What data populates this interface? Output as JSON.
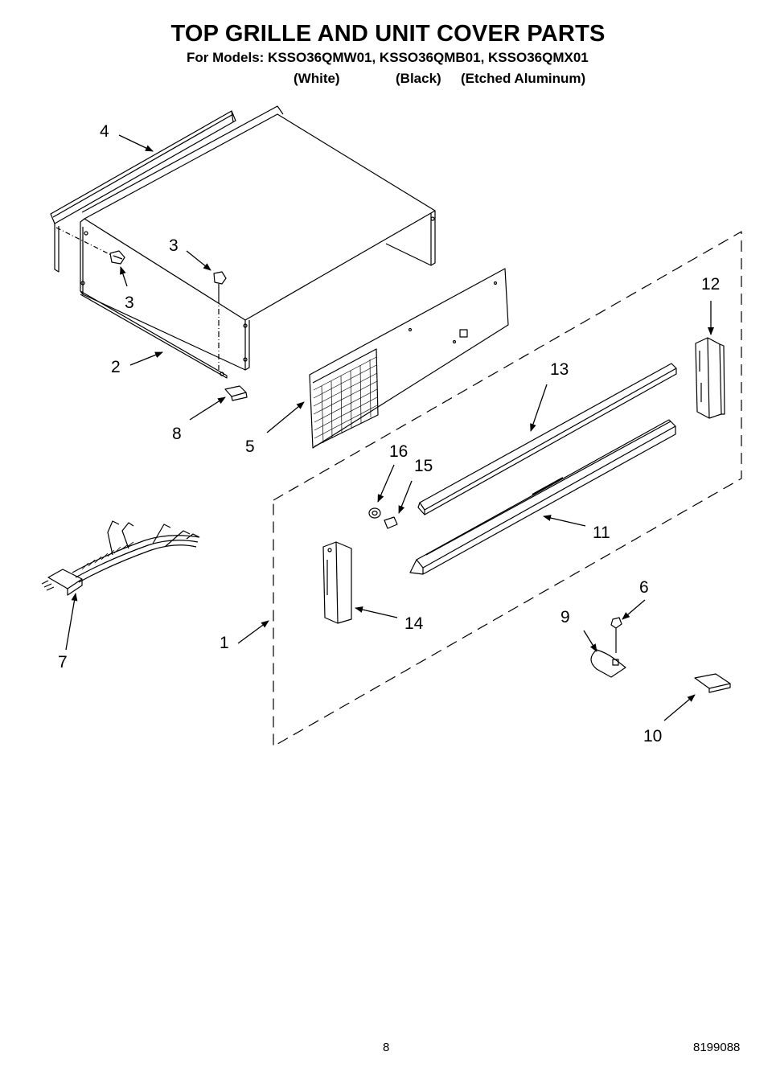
{
  "header": {
    "title": "TOP GRILLE AND UNIT COVER PARTS",
    "models_line": "For Models: KSSO36QMW01, KSSO36QMB01, KSSO36QMX01",
    "variants": [
      "(White)",
      "(Black)",
      "(Etched Aluminum)"
    ]
  },
  "callouts": {
    "c1": "1",
    "c2": "2",
    "c3a": "3",
    "c3b": "3",
    "c4": "4",
    "c5": "5",
    "c6": "6",
    "c7": "7",
    "c8": "8",
    "c9": "9",
    "c10": "10",
    "c11": "11",
    "c12": "12",
    "c13": "13",
    "c14": "14",
    "c15": "15",
    "c16": "16"
  },
  "footer": {
    "page_number": "8",
    "document_number": "8199088"
  }
}
